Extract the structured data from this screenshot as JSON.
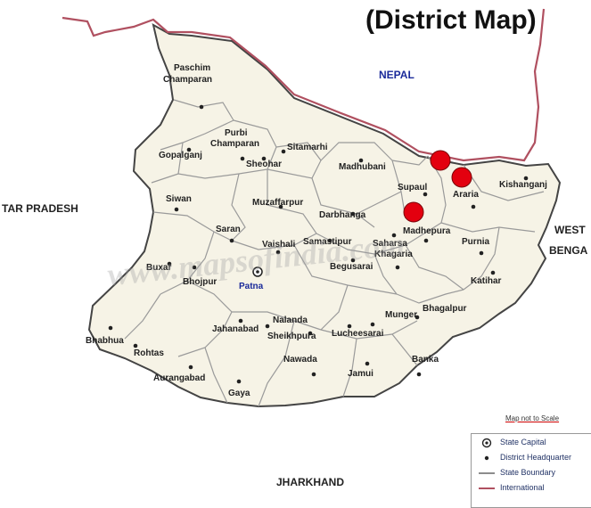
{
  "map": {
    "title": "(District Map)",
    "scale_note": "Map not to Scale",
    "watermark": "www.mapsofindia.com",
    "colors": {
      "state_fill": "#f6f3e6",
      "district_border": "#9a9a9a",
      "outline": "#444444",
      "international_border": "#b05060",
      "marker": "#e3000f",
      "capital_label": "#1a2a9a"
    },
    "regions": {
      "nepal": "NEPAL",
      "uttar_pradesh": "TAR PRADESH",
      "jharkhand": "JHARKHAND",
      "west_bengal_1": "WEST",
      "west_bengal_2": "BENGA"
    },
    "capital": "Patna",
    "districts": [
      "Paschim Champaran",
      "Purbi Champaran",
      "Gopalganj",
      "Sheohar",
      "Sitamarhi",
      "Madhubani",
      "Supaul",
      "Araria",
      "Kishanganj",
      "Siwan",
      "Muzaffarpur",
      "Darbhanga",
      "Saran",
      "Vaishali",
      "Samastipur",
      "Saharsa",
      "Madhepura",
      "Purnia",
      "Buxar",
      "Bhojpur",
      "Begusarai",
      "Khagaria",
      "Katihar",
      "Nalanda",
      "Sheikhpura",
      "Lucheesarai",
      "Munger",
      "Bhagalpur",
      "Bhabhua",
      "Rohtas",
      "Jahanabad",
      "Nawada",
      "Jamui",
      "Banka",
      "Aurangabad",
      "Gaya"
    ],
    "legend": [
      {
        "icon": "state-capital-icon",
        "label": "State Capital"
      },
      {
        "icon": "district-hq-icon",
        "label": "District Headquarter"
      },
      {
        "icon": "state-boundary-icon",
        "label": "State Boundary"
      },
      {
        "icon": "international-boundary-icon",
        "label": "International"
      }
    ]
  }
}
